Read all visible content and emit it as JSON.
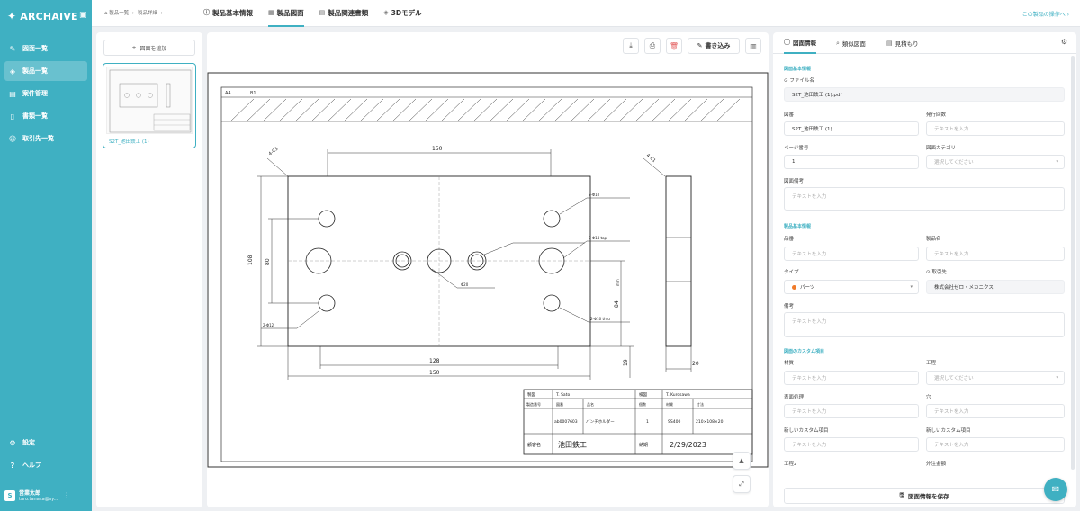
{
  "sidebar": {
    "logo_text": "ARCHAIVE",
    "logo_collapse_icon": "panel-collapse-icon",
    "items": [
      {
        "label": "図面一覧",
        "icon": "drawing-icon",
        "active": false
      },
      {
        "label": "製品一覧",
        "icon": "cube-icon",
        "active": true
      },
      {
        "label": "案件管理",
        "icon": "briefcase-icon",
        "active": false
      },
      {
        "label": "書類一覧",
        "icon": "document-icon",
        "active": false
      },
      {
        "label": "取引先一覧",
        "icon": "people-icon",
        "active": false
      }
    ],
    "bottom_items": [
      {
        "label": "設定",
        "icon": "gear-icon"
      },
      {
        "label": "ヘルプ",
        "icon": "help-icon"
      }
    ],
    "user": {
      "avatar": "S",
      "name": "営業太郎",
      "email": "taro.tanaka@sy..."
    }
  },
  "header": {
    "breadcrumb": [
      "製品一覧",
      "製品詳細"
    ],
    "tabs": [
      {
        "label": "製品基本情報",
        "icon": "info-icon",
        "active": false
      },
      {
        "label": "製品図面",
        "icon": "drawing-icon",
        "active": true
      },
      {
        "label": "製品関連書類",
        "icon": "file-icon",
        "active": false
      },
      {
        "label": "3Dモデル",
        "icon": "cube-icon",
        "active": false
      }
    ],
    "right_link": "この製品の操作へ ›"
  },
  "thumbnails": {
    "add_label": "図面を追加",
    "items": [
      {
        "name": "S2T_池田鉄工 (1)"
      }
    ]
  },
  "viewer": {
    "write_label": "書き込み",
    "drawing": {
      "size_code": "A4",
      "scale_code": "B1",
      "dims": {
        "top_width": "150",
        "height_total": "108",
        "height_inner": "80",
        "bottom_inner": "128",
        "bottom_total": "150",
        "right_height": "84",
        "right_bottom": "19",
        "side_width": "20",
        "chamfer_left": "4-C3",
        "chamfer_right": "4-C1",
        "hole_small": "2-Φ10",
        "hole_mid": "2-Φ14 tap",
        "hole_right_bottom": "2-Φ10 thru",
        "hole_center": "Φ20",
        "hole_left_bottom": "2-Φ12",
        "dim_label_mm": "mm"
      },
      "title_block": {
        "row1": [
          "製図",
          "T. Sato",
          "検図",
          "T. Kurosawa"
        ],
        "row2_headers": [
          "製造番号",
          "図番",
          "品名",
          "個数",
          "材質",
          "寸法"
        ],
        "row2_values": [
          "ab0007603",
          "バンチホルダー",
          "1",
          "SS400",
          "210×108×20"
        ],
        "customer_label": "顧客名",
        "customer_value": "池田鉄工",
        "date_label": "納期",
        "date_value": "2/29/2023"
      }
    },
    "zoom_in_icon": "chevron-up-icon",
    "zoom_fit_icon": "expand-icon"
  },
  "panel": {
    "tabs": [
      {
        "label": "図面情報",
        "icon": "info-icon",
        "active": true
      },
      {
        "label": "類似図面",
        "icon": "search-icon",
        "active": false
      },
      {
        "label": "見積もり",
        "icon": "file-icon",
        "active": false
      }
    ],
    "section1": "図面基本情報",
    "file_label": "ファイル名",
    "file_value": "S2T_池田鉄工 (1).pdf",
    "drawing_no_label": "図番",
    "drawing_no_value": "S2T_池田鉄工 (1)",
    "revision_label": "発行回数",
    "revision_placeholder": "テキストを入力",
    "page_label": "ページ番号",
    "page_value": "1",
    "category_label": "図面カテゴリ",
    "category_placeholder": "選択してください",
    "drawing_note_label": "図面備考",
    "drawing_note_placeholder": "テキストを入力",
    "section2": "製品基本情報",
    "part_no_label": "品番",
    "part_no_placeholder": "テキストを入力",
    "product_name_label": "製品名",
    "product_name_placeholder": "テキストを入力",
    "type_label": "タイプ",
    "type_value": "パーツ",
    "customer_label": "取引先",
    "customer_value": "株式会社ゼロ・メカニクス",
    "note_label": "備考",
    "note_placeholder": "テキストを入力",
    "section3": "図面のカスタム項目",
    "material_label": "材質",
    "material_placeholder": "テキストを入力",
    "process_label": "工程",
    "process_placeholder": "選択してください",
    "surface_label": "表面処理",
    "surface_placeholder": "テキストを入力",
    "hole_label": "穴",
    "hole_placeholder": "テキストを入力",
    "custom1_label": "新しいカスタム項目",
    "custom1_placeholder": "テキストを入力",
    "custom2_label": "新しいカスタム項目",
    "custom2_placeholder": "テキストを入力",
    "process2_label": "工程2",
    "outsource_label": "外注金額",
    "save_label": "図面情報を保存"
  },
  "colors": {
    "accent": "#3fb0c2",
    "type_dot": "#f07b2a",
    "delete": "#e35b5b"
  }
}
